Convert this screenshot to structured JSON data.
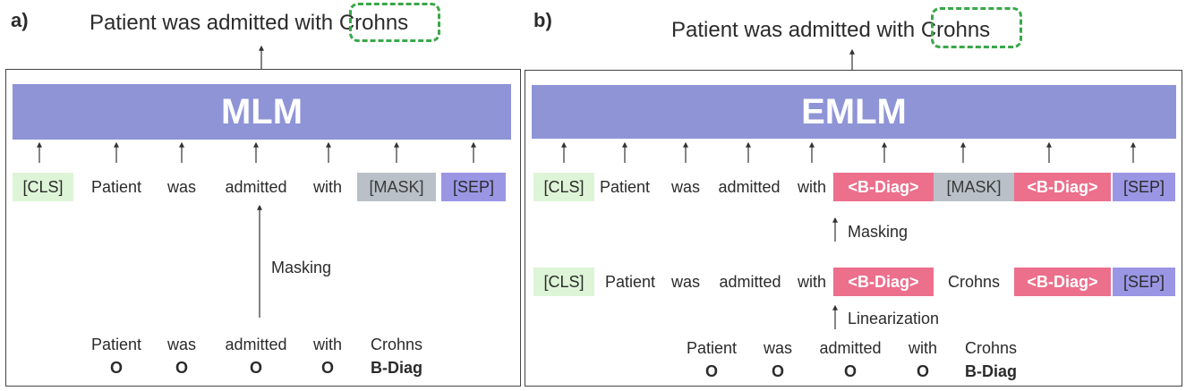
{
  "panel_a": {
    "label": "a)",
    "title_prefix": "Patient was admitted with",
    "title_entity": "Crohns",
    "model": "MLM",
    "tokens": [
      "[CLS]",
      "Patient",
      "was",
      "admitted",
      "with",
      "[MASK]",
      "[SEP]"
    ],
    "masking_label": "Masking",
    "words": [
      "Patient",
      "was",
      "admitted",
      "with",
      "Crohns"
    ],
    "tags": [
      "O",
      "O",
      "O",
      "O",
      "B-Diag"
    ]
  },
  "panel_b": {
    "label": "b)",
    "title_prefix": "Patient was admitted with",
    "title_entity": "Crohns",
    "model": "EMLM",
    "masked_tokens": [
      "[CLS]",
      "Patient",
      "was",
      "admitted",
      "with",
      "<B-Diag>",
      "[MASK]",
      "<B-Diag>",
      "[SEP]"
    ],
    "masking_label": "Masking",
    "linear_tokens": [
      "[CLS]",
      "Patient",
      "was",
      "admitted",
      "with",
      "<B-Diag>",
      "Crohns",
      "<B-Diag>",
      "[SEP]"
    ],
    "linearization_label": "Linearization",
    "words": [
      "Patient",
      "was",
      "admitted",
      "with",
      "Crohns"
    ],
    "tags": [
      "O",
      "O",
      "O",
      "O",
      "B-Diag"
    ]
  },
  "colors": {
    "model_band": "#8e94d6",
    "cls_token": "#ddf5d6",
    "mask_token": "#b9c0c7",
    "sep_token": "#9a96e4",
    "entity_marker": "#ec6f8c",
    "entity_highlight": "#3aa84a"
  }
}
